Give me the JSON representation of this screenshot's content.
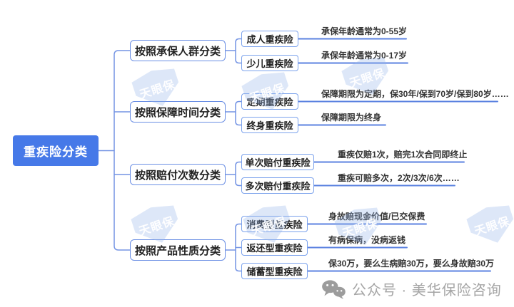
{
  "root": {
    "label": "重疾险分类"
  },
  "branches": [
    {
      "label": "按照承保人群分类",
      "children": [
        {
          "label": "成人重疾险",
          "desc": "承保年龄通常为0-55岁"
        },
        {
          "label": "少儿重疾险",
          "desc": "承保年龄通常为0-17岁"
        }
      ]
    },
    {
      "label": "按照保障时间分类",
      "children": [
        {
          "label": "定期重疾险",
          "desc": "保障期限为定期，保30年/保到70岁/保到80岁……"
        },
        {
          "label": "终身重疾险",
          "desc": "保障期限为终身"
        }
      ]
    },
    {
      "label": "按照赔付次数分类",
      "children": [
        {
          "label": "单次赔付重疾险",
          "desc": "重疾仅赔1次，赔完1次合同即终止"
        },
        {
          "label": "多次赔付重疾险",
          "desc": "重疾可赔多次，2次/3次/6次……"
        }
      ]
    },
    {
      "label": "按照产品性质分类",
      "children": [
        {
          "label": "消费型重疾险",
          "desc": "身故赔现金价值/已交保费"
        },
        {
          "label": "返还型重疾险",
          "desc": "有病保病，没病返钱"
        },
        {
          "label": "储蓄型重疾险",
          "desc": "保30万，要么生病赔30万，要么身故赔30万"
        }
      ]
    }
  ],
  "watermark": {
    "text": "天眼保"
  },
  "footer": {
    "icon": "wechat-icon",
    "text": "公众号 · 美华保险咨询"
  },
  "colors": {
    "root_bg": "#4679e8",
    "box_border": "#6b8fe4",
    "connector_line": "#7494e4",
    "desc_underline": "#5b82e0",
    "watermark_fill": "#94b3e8",
    "footer_text": "#a5a5a5"
  }
}
